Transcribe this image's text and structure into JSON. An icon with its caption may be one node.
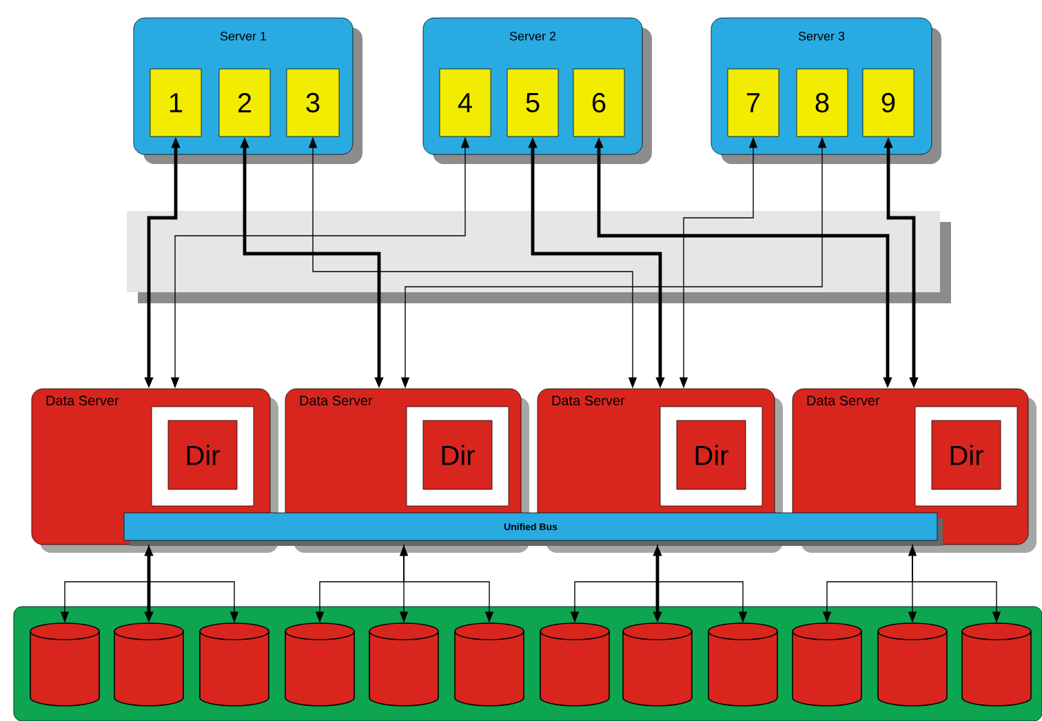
{
  "diagram": {
    "nodes": [
      {
        "text": [
          "Server 1"
        ]
      },
      {
        "text": [
          "1"
        ],
        "in": 0
      },
      {
        "text": [
          "2"
        ],
        "in": 0
      },
      {
        "text": [
          "3"
        ],
        "in": 0
      },
      {
        "text": [
          "Server 2"
        ]
      },
      {
        "text": [
          "4"
        ],
        "in": 4
      },
      {
        "text": [
          "5"
        ],
        "in": 4
      },
      {
        "text": [
          "6"
        ],
        "in": 4
      },
      {
        "text": [
          "Server 3"
        ]
      },
      {
        "text": [
          "7"
        ],
        "in": 8
      },
      {
        "text": [
          "8"
        ],
        "in": 8
      },
      {
        "text": [
          "9"
        ],
        "in": 8
      },
      {
        "text": [
          "Data Server"
        ]
      },
      {
        "text": [
          "Dir"
        ],
        "in": 12
      },
      {
        "text": [
          "Data Server"
        ]
      },
      {
        "text": [
          "Dir"
        ],
        "in": 14
      },
      {
        "text": [
          "Data Server"
        ]
      },
      {
        "text": [
          "Dir"
        ],
        "in": 16
      },
      {
        "text": [
          "Data Server"
        ]
      },
      {
        "text": [
          "Dir"
        ],
        "in": 18
      },
      {
        "text": [
          "Unified Bus"
        ]
      },
      {
        "text": [],
        "shape": "box"
      },
      {
        "text": [],
        "shape": "cylinder",
        "in": 21
      },
      {
        "text": [],
        "shape": "cylinder",
        "in": 21
      },
      {
        "text": [],
        "shape": "cylinder",
        "in": 21
      },
      {
        "text": [],
        "shape": "cylinder",
        "in": 21
      },
      {
        "text": [],
        "shape": "cylinder",
        "in": 21
      },
      {
        "text": [],
        "shape": "cylinder",
        "in": 21
      },
      {
        "text": [],
        "shape": "cylinder",
        "in": 21
      },
      {
        "text": [],
        "shape": "cylinder",
        "in": 21
      },
      {
        "text": [],
        "shape": "cylinder",
        "in": 21
      },
      {
        "text": [],
        "shape": "cylinder",
        "in": 21
      },
      {
        "text": [],
        "shape": "cylinder",
        "in": 21
      },
      {
        "text": [],
        "shape": "cylinder",
        "in": 21
      }
    ],
    "edges": [
      {
        "from": 1,
        "to": 12,
        "arrow": "both",
        "style": "thick"
      },
      {
        "from": 2,
        "to": 14,
        "arrow": "both",
        "style": "thick"
      },
      {
        "from": 3,
        "to": 16,
        "arrow": "both"
      },
      {
        "from": 5,
        "to": 12,
        "arrow": "both"
      },
      {
        "from": 6,
        "to": 16,
        "arrow": "both",
        "style": "thick"
      },
      {
        "from": 7,
        "to": 18,
        "arrow": "both",
        "style": "thick"
      },
      {
        "from": 9,
        "to": 16,
        "arrow": "both"
      },
      {
        "from": 10,
        "to": 14,
        "arrow": "both"
      },
      {
        "from": 11,
        "to": 18,
        "arrow": "both",
        "style": "thick"
      },
      {
        "from": 12,
        "to": 22,
        "arrow": "to"
      },
      {
        "from": 12,
        "to": 23,
        "arrow": "both",
        "style": "thick"
      },
      {
        "from": 12,
        "to": 24,
        "arrow": "to"
      },
      {
        "from": 14,
        "to": 25,
        "arrow": "to"
      },
      {
        "from": 14,
        "to": 26,
        "arrow": "both"
      },
      {
        "from": 14,
        "to": 27,
        "arrow": "to"
      },
      {
        "from": 16,
        "to": 28,
        "arrow": "to"
      },
      {
        "from": 16,
        "to": 29,
        "arrow": "both",
        "style": "thick"
      },
      {
        "from": 16,
        "to": 30,
        "arrow": "to"
      },
      {
        "from": 18,
        "to": 31,
        "arrow": "to"
      },
      {
        "from": 18,
        "to": 32,
        "arrow": "both"
      },
      {
        "from": 18,
        "to": 33,
        "arrow": "to"
      }
    ]
  }
}
